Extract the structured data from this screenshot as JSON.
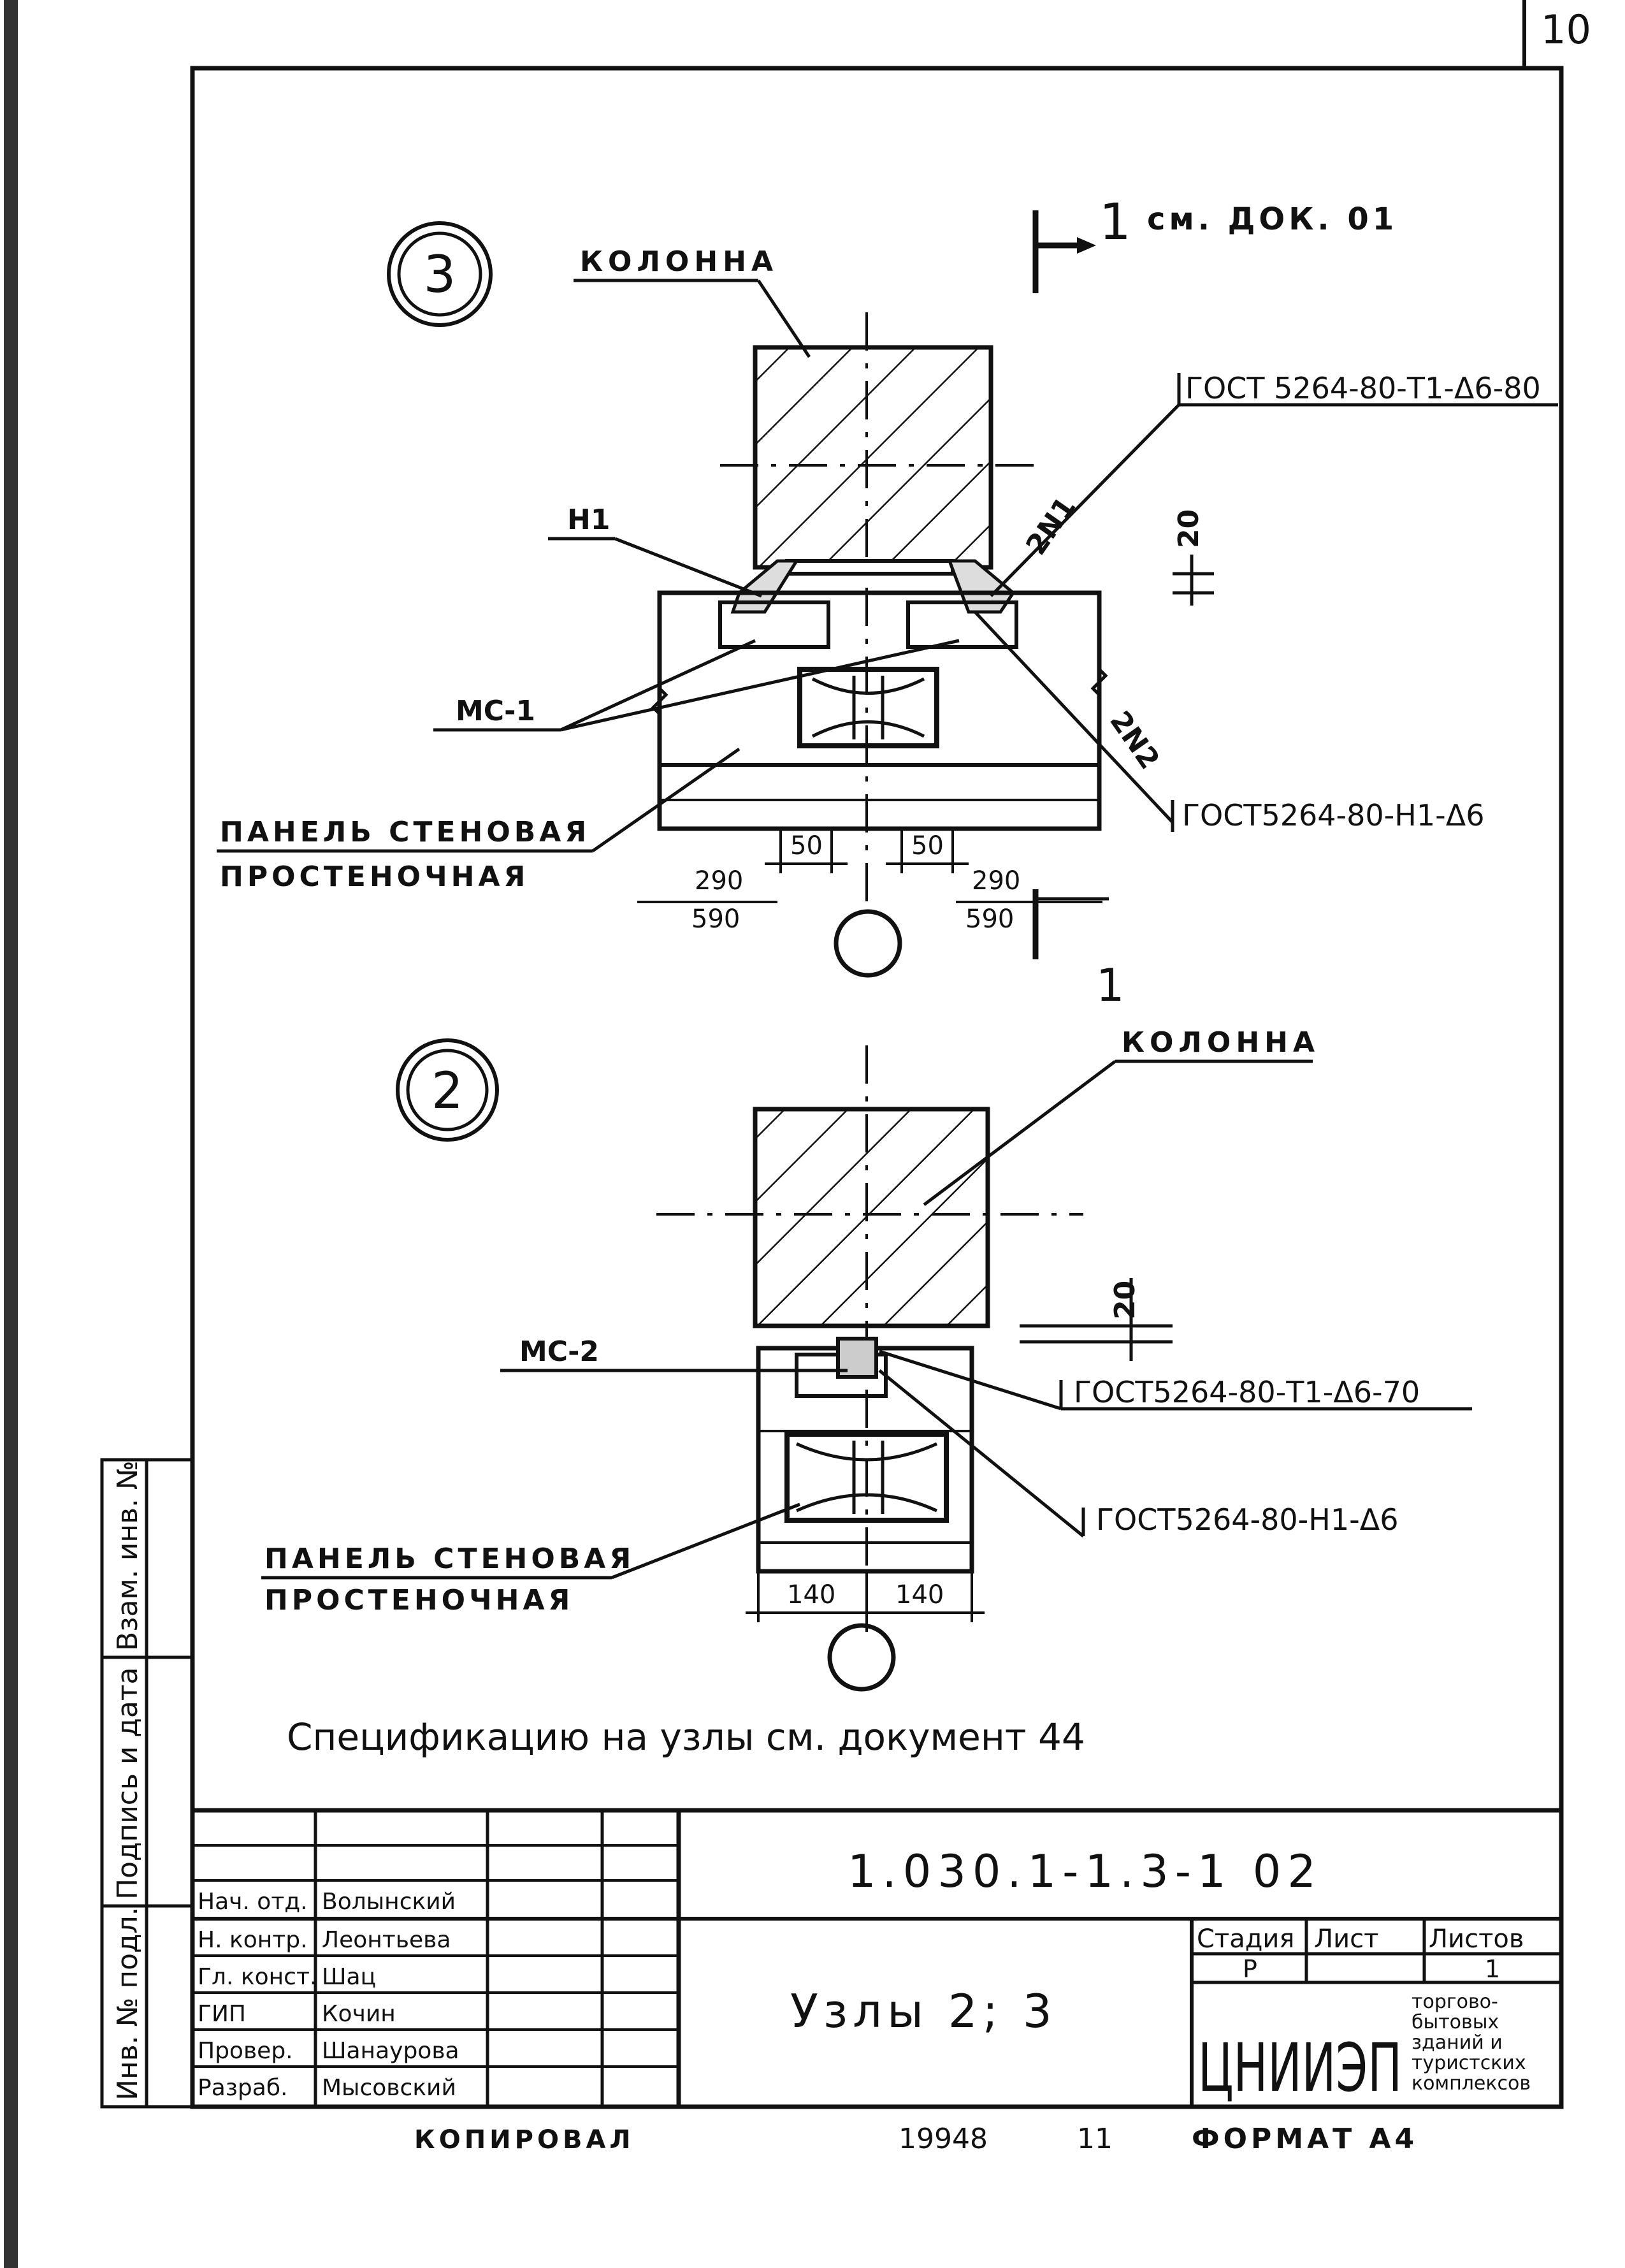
{
  "sheet": {
    "page_number": "10",
    "format_label": "ФОРМАТ А4",
    "copied_label": "КОПИРОВАЛ",
    "order_number": "19948",
    "order_suffix": "11"
  },
  "node3": {
    "number": "3",
    "column_label": "КОЛОННА",
    "section_ref": "см. ДОК. 01",
    "section_mark": "1",
    "weld_top": "ГОСТ 5264-80-Т1-Δ6-80",
    "part_n1": "Н1",
    "part_2n1": "2N1",
    "part_2n2": "2N2",
    "mc_label": "МС-1",
    "weld_bottom": "ГОСТ5264-80-Н1-Δ6",
    "gap": "20",
    "panel_line1": "ПАНЕЛЬ СТЕНОВАЯ",
    "panel_line2": "ПРОСТЕНОЧНАЯ",
    "dim_50_left": "50",
    "dim_50_right": "50",
    "dim_290_left": "290",
    "dim_590_left": "590",
    "dim_290_right": "290",
    "dim_590_right": "590"
  },
  "node2": {
    "number": "2",
    "column_label": "КОЛОННА",
    "mc_label": "МС-2",
    "gap": "20",
    "weld_top": "ГОСТ5264-80-Т1-Δ6-70",
    "weld_bottom": "ГОСТ5264-80-Н1-Δ6",
    "panel_line1": "ПАНЕЛЬ СТЕНОВАЯ",
    "panel_line2": "ПРОСТЕНОЧНАЯ",
    "dim_140_left": "140",
    "dim_140_right": "140"
  },
  "note": "Спецификацию на узлы см. документ 44",
  "side_stamp": {
    "inv_original": "Инв. № подл.",
    "signature_date": "Подпись и дата",
    "replaces_inv": "Взам. инв. №"
  },
  "title_block": {
    "doc_code": "1.030.1-1.3-1 02",
    "sheet_title": "Узлы 2; 3",
    "stage_header": "Стадия",
    "sheet_header": "Лист",
    "sheets_header": "Листов",
    "stage_value": "Р",
    "sheets_value": "1",
    "org_logo": "ЦНИИЭП",
    "org_desc": [
      "торгово-",
      "бытовых",
      "зданий и",
      "туристских",
      "комплексов"
    ],
    "roles": [
      {
        "role": "Нач. отд.",
        "name": "Волынский"
      },
      {
        "role": "Н. контр.",
        "name": "Леонтьева"
      },
      {
        "role": "Гл. конст.",
        "name": "Шац"
      },
      {
        "role": "ГИП",
        "name": "Кочин"
      },
      {
        "role": "Провер.",
        "name": "Шанаурова"
      },
      {
        "role": "Разраб.",
        "name": "Мысовский"
      }
    ]
  }
}
